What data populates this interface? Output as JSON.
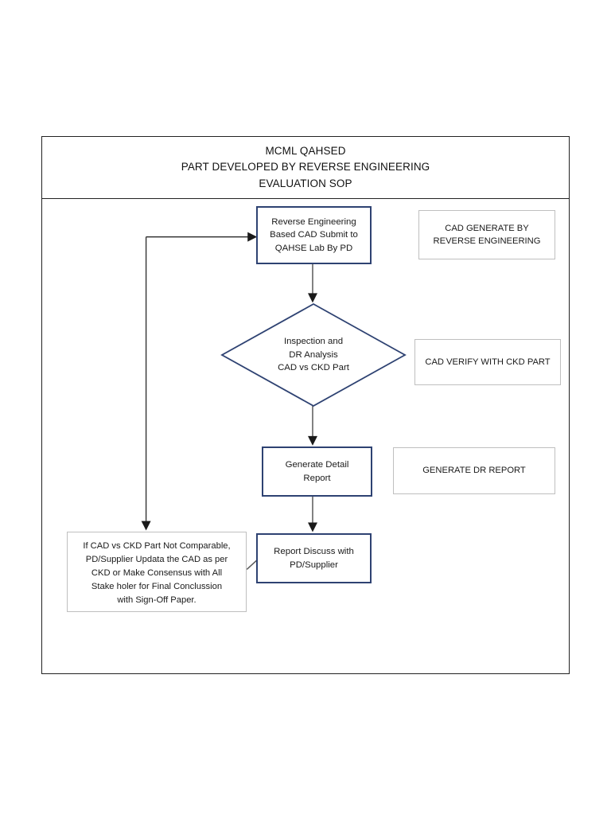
{
  "document": {
    "title_lines": [
      "MCML QAHSED",
      "PART DEVELOPED BY REVERSE ENGINEERING",
      "EVALUATION SOP"
    ]
  },
  "colors": {
    "flow_border": "#2e4272",
    "note_border": "#bfbfbf",
    "frame_border": "#222222",
    "connector": "#595959",
    "text": "#1a1a1a"
  },
  "flow": {
    "step1": {
      "label": "Reverse Engineering\nBased  CAD Submit to\nQAHSE Lab By PD",
      "shape": "process"
    },
    "step2": {
      "label": "Inspection and\nDR Analysis\nCAD vs CKD Part",
      "shape": "decision"
    },
    "step3": {
      "label": "Generate Detail\nReport",
      "shape": "process"
    },
    "step4": {
      "label": "Report Discuss with\nPD/Supplier",
      "shape": "process"
    }
  },
  "annotations": {
    "note1": "CAD GENERATE BY\nREVERSE ENGINEERING",
    "note2": "CAD VERIFY WITH CKD PART",
    "note3": "GENERATE DR REPORT"
  },
  "feedback_note": {
    "text": "If CAD vs CKD Part Not Comparable,\nPD/Supplier Updata the CAD as per\nCKD or Make Consensus with All\nStake holer  for Final Conclussion\nwith Sign-Off Paper."
  },
  "chart_data": {
    "type": "diagram",
    "title": "MCML QAHSED — PART DEVELOPED BY REVERSE ENGINEERING — EVALUATION SOP",
    "nodes": [
      {
        "id": "step1",
        "type": "process",
        "text": "Reverse Engineering Based  CAD Submit to QAHSE Lab By PD"
      },
      {
        "id": "step2",
        "type": "decision",
        "text": "Inspection and DR Analysis CAD vs CKD Part"
      },
      {
        "id": "step3",
        "type": "process",
        "text": "Generate Detail Report"
      },
      {
        "id": "step4",
        "type": "process",
        "text": "Report Discuss with PD/Supplier"
      },
      {
        "id": "note1",
        "type": "annotation",
        "text": "CAD GENERATE BY REVERSE ENGINEERING"
      },
      {
        "id": "note2",
        "type": "annotation",
        "text": "CAD VERIFY WITH CKD PART"
      },
      {
        "id": "note3",
        "type": "annotation",
        "text": "GENERATE DR REPORT"
      },
      {
        "id": "feedback",
        "type": "annotation",
        "text": "If CAD vs CKD Part Not Comparable, PD/Supplier Updata the CAD as per CKD or Make Consensus with All Stake holer  for Final Conclussion with Sign-Off Paper."
      }
    ],
    "edges": [
      {
        "from": "step1",
        "to": "step2",
        "style": "arrow-down"
      },
      {
        "from": "step2",
        "to": "step3",
        "style": "arrow-down"
      },
      {
        "from": "step3",
        "to": "step4",
        "style": "arrow-down"
      },
      {
        "from": "feedback",
        "to": "step4",
        "style": "arrow-diagonal"
      },
      {
        "from": "step4",
        "to": "feedback",
        "style": "loop-left-down"
      },
      {
        "from": "feedback",
        "to": "step1",
        "style": "loop-left-up"
      }
    ]
  }
}
